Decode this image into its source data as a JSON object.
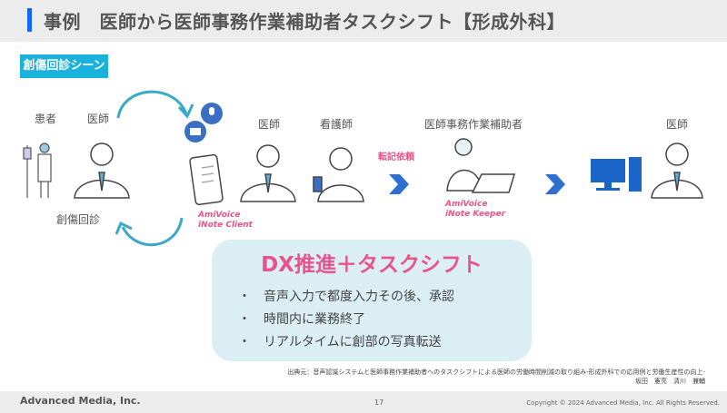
{
  "header": {
    "title": "事例　医師から医師事務作業補助者タスクシフト【形成外科】"
  },
  "scene_badge": "創傷回診シーン",
  "labels": {
    "patient": "患者",
    "doctor1": "医師",
    "round": "創傷回診",
    "doctor2": "医師",
    "nurse": "看護師",
    "transcribe_request": "転記依頼",
    "assistant": "医師事務作業補助者",
    "doctor3": "医師"
  },
  "products": {
    "client_1": "AmiVoice",
    "client_2": "iNote Client",
    "keeper_1": "AmiVoice",
    "keeper_2": "iNote Keeper"
  },
  "dx": {
    "title": "DX推進＋タスクシフト",
    "bullets": [
      "音声入力で都度入力その後、承認",
      "時間内に業務終了",
      "リアルタイムに創部の写真転送"
    ]
  },
  "source": {
    "line1": "出典元：音声認識システムと医師事務作業補助者へのタスクシフトによる医師の労働時間削減の取り組み-形成外科での応用例と労働生産性の向上-",
    "line2": "坂田　憲亮　清川　兼輔"
  },
  "footer": {
    "brand": "Advanced Media, Inc.",
    "page": "17",
    "copyright": "Copyright © 2024 Advanced Media, Inc. All Rights Reserved."
  },
  "colors": {
    "accent": "#1ab2dc",
    "pink": "#e8538b",
    "title_bar": "#1463ff",
    "icon_blue": "#3b6fc4",
    "arrow_blue": "#2f6fd0"
  }
}
